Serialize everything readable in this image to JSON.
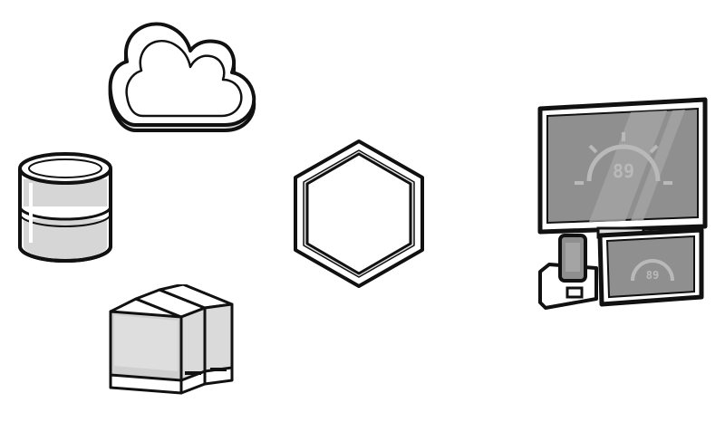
{
  "diagram": {
    "nodes": [
      {
        "id": "cloud",
        "icon": "cloud-icon"
      },
      {
        "id": "database",
        "icon": "database-icon"
      },
      {
        "id": "hub",
        "icon": "hexagon-icon"
      },
      {
        "id": "server-rack",
        "icon": "server-blocks-icon"
      },
      {
        "id": "client-devices",
        "icon": "devices-icon"
      }
    ],
    "devices": {
      "monitor_readout": "89",
      "tablet_readout": "89"
    }
  },
  "colors": {
    "outline": "#111111",
    "fill": "#ffffff",
    "shade": "#d8d8d8",
    "screen": "#8f8f8f",
    "screen_highlight": "#a4a4a4"
  }
}
